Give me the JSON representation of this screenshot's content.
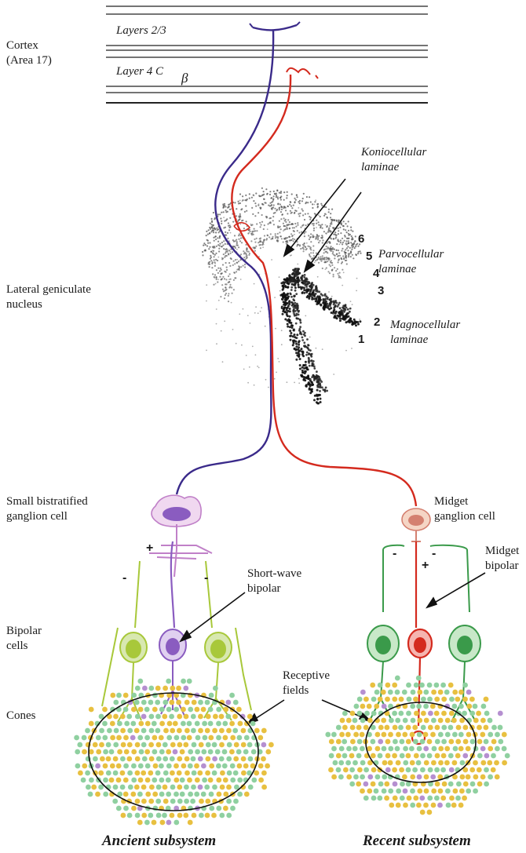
{
  "left_labels": {
    "cortex": "Cortex\n(Area 17)",
    "lgn": "Lateral geniculate\nnucleus",
    "small_bistratified": "Small bistratified\nganglion cell",
    "bipolar_cells": "Bipolar\ncells",
    "cones": "Cones"
  },
  "cortex_layers": {
    "layers_2_3": "Layers 2/3",
    "layer_4c": "Layer 4 C",
    "beta": "β"
  },
  "lgn_labels": {
    "koniocellular": "Koniocellular\nlaminae",
    "parvocellular": "Parvocellular\nlaminae",
    "magnocellular": "Magnocellular\nlaminae",
    "lamina_numbers": [
      "6",
      "5",
      "4",
      "3",
      "2",
      "1"
    ]
  },
  "retina_labels": {
    "short_wave_bipolar": "Short-wave\nbipolar",
    "midget_ganglion": "Midget\nganglion cell",
    "midget_bipolar": "Midget\nbipolar",
    "receptive_fields": "Receptive\nfields"
  },
  "signs": {
    "plus_left": "+",
    "minus_left_1": "-",
    "minus_left_2": "-",
    "minus_right_1": "-",
    "minus_right_2": "-",
    "plus_right": "+"
  },
  "captions": {
    "ancient": "Ancient subsystem",
    "recent": "Recent subsystem"
  },
  "colors": {
    "blue_pathway": "#3a2a8a",
    "red_pathway": "#d42a1e",
    "purple_cell": "#8a5cc0",
    "yellow_green_cell": "#a8c83a",
    "green_cell": "#3a9a4a",
    "cone_yellow": "#e8c040",
    "cone_green": "#8fd0a0",
    "cone_purple": "#b58fd0"
  }
}
